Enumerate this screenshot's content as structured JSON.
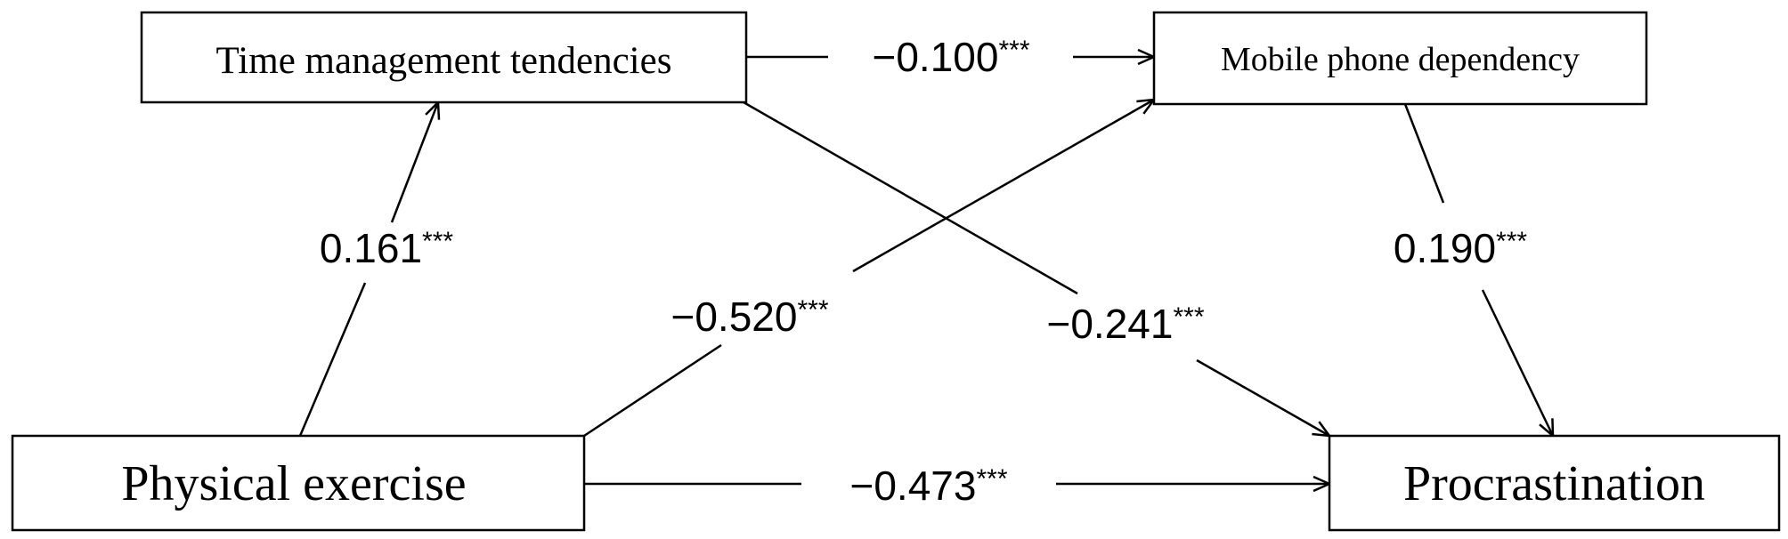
{
  "nodes": {
    "time_management": "Time management tendencies",
    "mobile_phone": "Mobile phone dependency",
    "physical_exercise": "Physical exercise",
    "procrastination": "Procrastination"
  },
  "paths": {
    "tm_to_mp": {
      "value": "−0.100",
      "sig": "***"
    },
    "pe_to_tm": {
      "value": "0.161",
      "sig": "***"
    },
    "pe_to_mp": {
      "value": "−0.520",
      "sig": "***"
    },
    "tm_to_pr": {
      "value": "−0.241",
      "sig": "***"
    },
    "mp_to_pr": {
      "value": "0.190",
      "sig": "***"
    },
    "pe_to_pr": {
      "value": "−0.473",
      "sig": "***"
    }
  }
}
